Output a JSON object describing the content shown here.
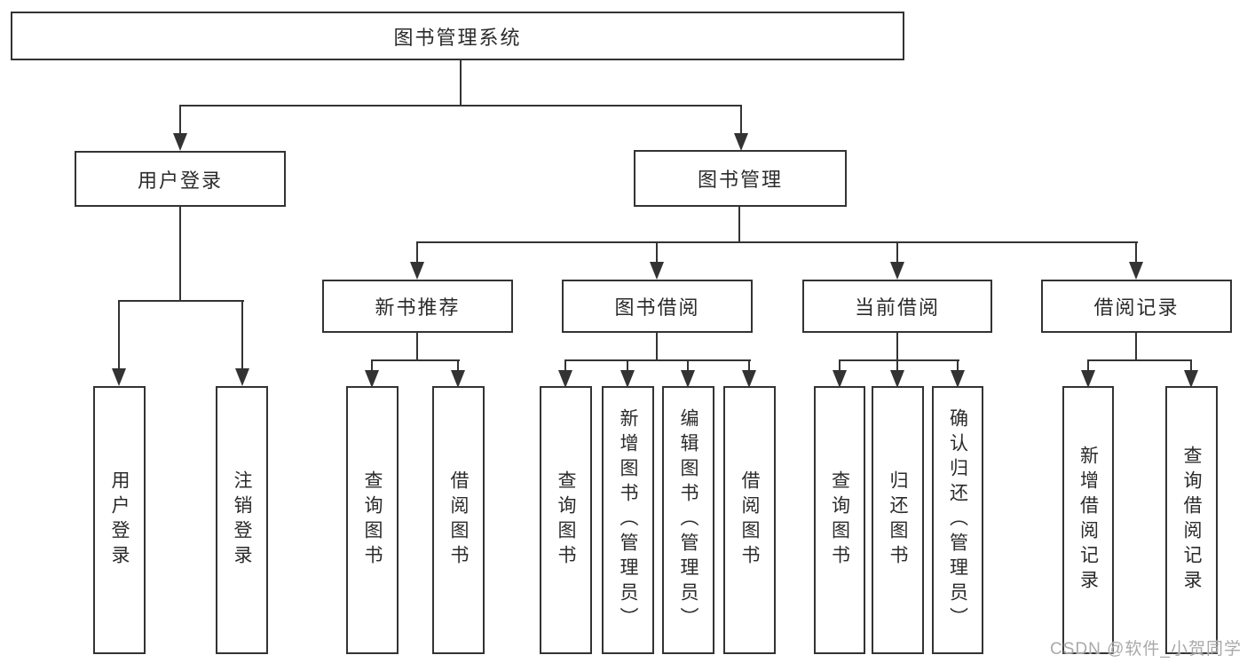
{
  "colors": {
    "background": "#ffffff",
    "line": "#333333",
    "box_border": "#333333",
    "text": "#2b2b2b",
    "watermark": "#a9a9a9"
  },
  "diagram": {
    "root": {
      "label": "图书管理系统"
    },
    "level2": [
      {
        "id": "user-login",
        "label": "用户登录"
      },
      {
        "id": "book-management",
        "label": "图书管理"
      }
    ],
    "level3": [
      {
        "id": "new-book-recommend",
        "parent": "book-management",
        "label": "新书推荐"
      },
      {
        "id": "book-borrow",
        "parent": "book-management",
        "label": "图书借阅"
      },
      {
        "id": "current-borrow",
        "parent": "book-management",
        "label": "当前借阅"
      },
      {
        "id": "borrow-records",
        "parent": "book-management",
        "label": "借阅记录"
      }
    ],
    "leaves": [
      {
        "parent": "user-login",
        "label": "用户登录"
      },
      {
        "parent": "user-login",
        "label": "注销登录"
      },
      {
        "parent": "new-book-recommend",
        "label": "查询图书"
      },
      {
        "parent": "new-book-recommend",
        "label": "借阅图书"
      },
      {
        "parent": "book-borrow",
        "label": "查询图书"
      },
      {
        "parent": "book-borrow",
        "label": "新增图书（管理员）"
      },
      {
        "parent": "book-borrow",
        "label": "编辑图书（管理员）"
      },
      {
        "parent": "book-borrow",
        "label": "借阅图书"
      },
      {
        "parent": "current-borrow",
        "label": "查询图书"
      },
      {
        "parent": "current-borrow",
        "label": "归还图书"
      },
      {
        "parent": "current-borrow",
        "label": "确认归还（管理员）"
      },
      {
        "parent": "borrow-records",
        "label": "新增借阅记录"
      },
      {
        "parent": "borrow-records",
        "label": "查询借阅记录"
      }
    ]
  },
  "watermark": {
    "text": "CSDN @软件_小贺同学"
  }
}
